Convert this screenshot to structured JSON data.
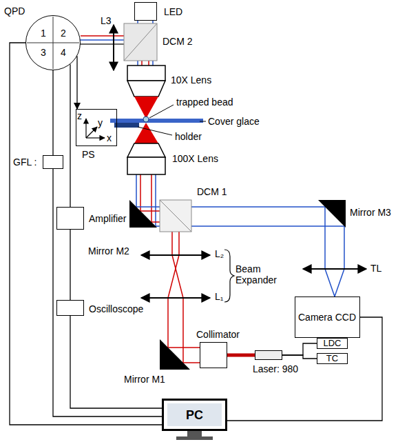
{
  "diagram": {
    "nodes": [
      {
        "text": [
          "LED"
        ]
      },
      {
        "text": [
          "QPD"
        ]
      },
      {
        "text": [
          "PS"
        ]
      },
      {
        "text": [
          "GFL :"
        ]
      },
      {
        "text": [
          "Amplifier"
        ]
      },
      {
        "text": [
          "Camera CCD"
        ]
      },
      {
        "text": [
          "Oscilloscope"
        ]
      },
      {
        "text": [
          "Collimator"
        ]
      },
      {
        "text": [
          "Laser: 980"
        ]
      },
      {
        "text": [
          "LDC"
        ]
      },
      {
        "text": [
          "TC"
        ]
      },
      {
        "text": [
          "PC"
        ]
      }
    ],
    "edges": [
      {
        "from": 1,
        "to": 11,
        "arrow": "none"
      },
      {
        "from": 1,
        "to": 3,
        "arrow": "none"
      },
      {
        "from": 3,
        "to": 11,
        "arrow": "none"
      },
      {
        "from": 1,
        "to": 4,
        "arrow": "none"
      },
      {
        "from": 4,
        "to": 6,
        "arrow": "none"
      },
      {
        "from": 6,
        "to": 11,
        "arrow": "none"
      },
      {
        "from": 1,
        "to": 2,
        "arrow": "to"
      },
      {
        "from": 5,
        "to": 11,
        "arrow": "none"
      },
      {
        "from": 8,
        "to": 9,
        "arrow": "none"
      },
      {
        "from": 8,
        "to": 10,
        "arrow": "none"
      }
    ],
    "labels": [
      "L3",
      "DCM 2",
      "1",
      "2",
      "3",
      "4",
      "10X Lens",
      "trapped bead",
      "Cover glace",
      "holder",
      "z",
      "y",
      "x",
      "100X Lens",
      "DCM 1",
      "Mirror M3",
      "Mirror M2",
      "TL",
      "L₂",
      "Beam Expander",
      "L₁",
      "Mirror M1"
    ]
  }
}
